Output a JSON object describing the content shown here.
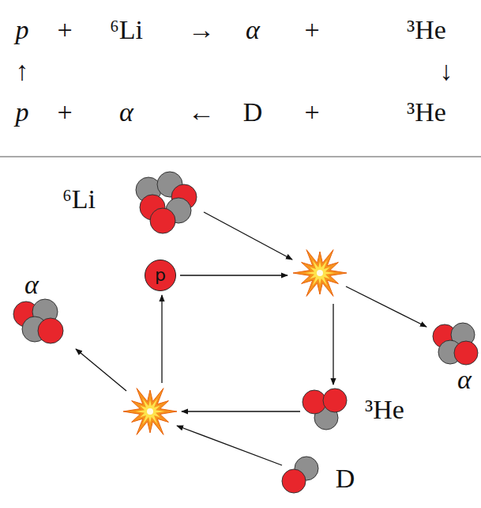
{
  "diagram": {
    "nodes": [
      {
        "text": [
          "⁶Li"
        ]
      },
      {
        "text": [
          "p"
        ]
      },
      {
        "text": [
          "α"
        ]
      },
      {
        "text": [
          "α"
        ]
      },
      {
        "text": [
          "³He"
        ]
      },
      {
        "text": [
          "D"
        ]
      }
    ],
    "labels": [
      "p",
      "+",
      "⁶Li",
      "→",
      "α",
      "+",
      "³He",
      "↑",
      "↓",
      "p",
      "+",
      "α",
      "←",
      "D",
      "+",
      "³He"
    ]
  }
}
